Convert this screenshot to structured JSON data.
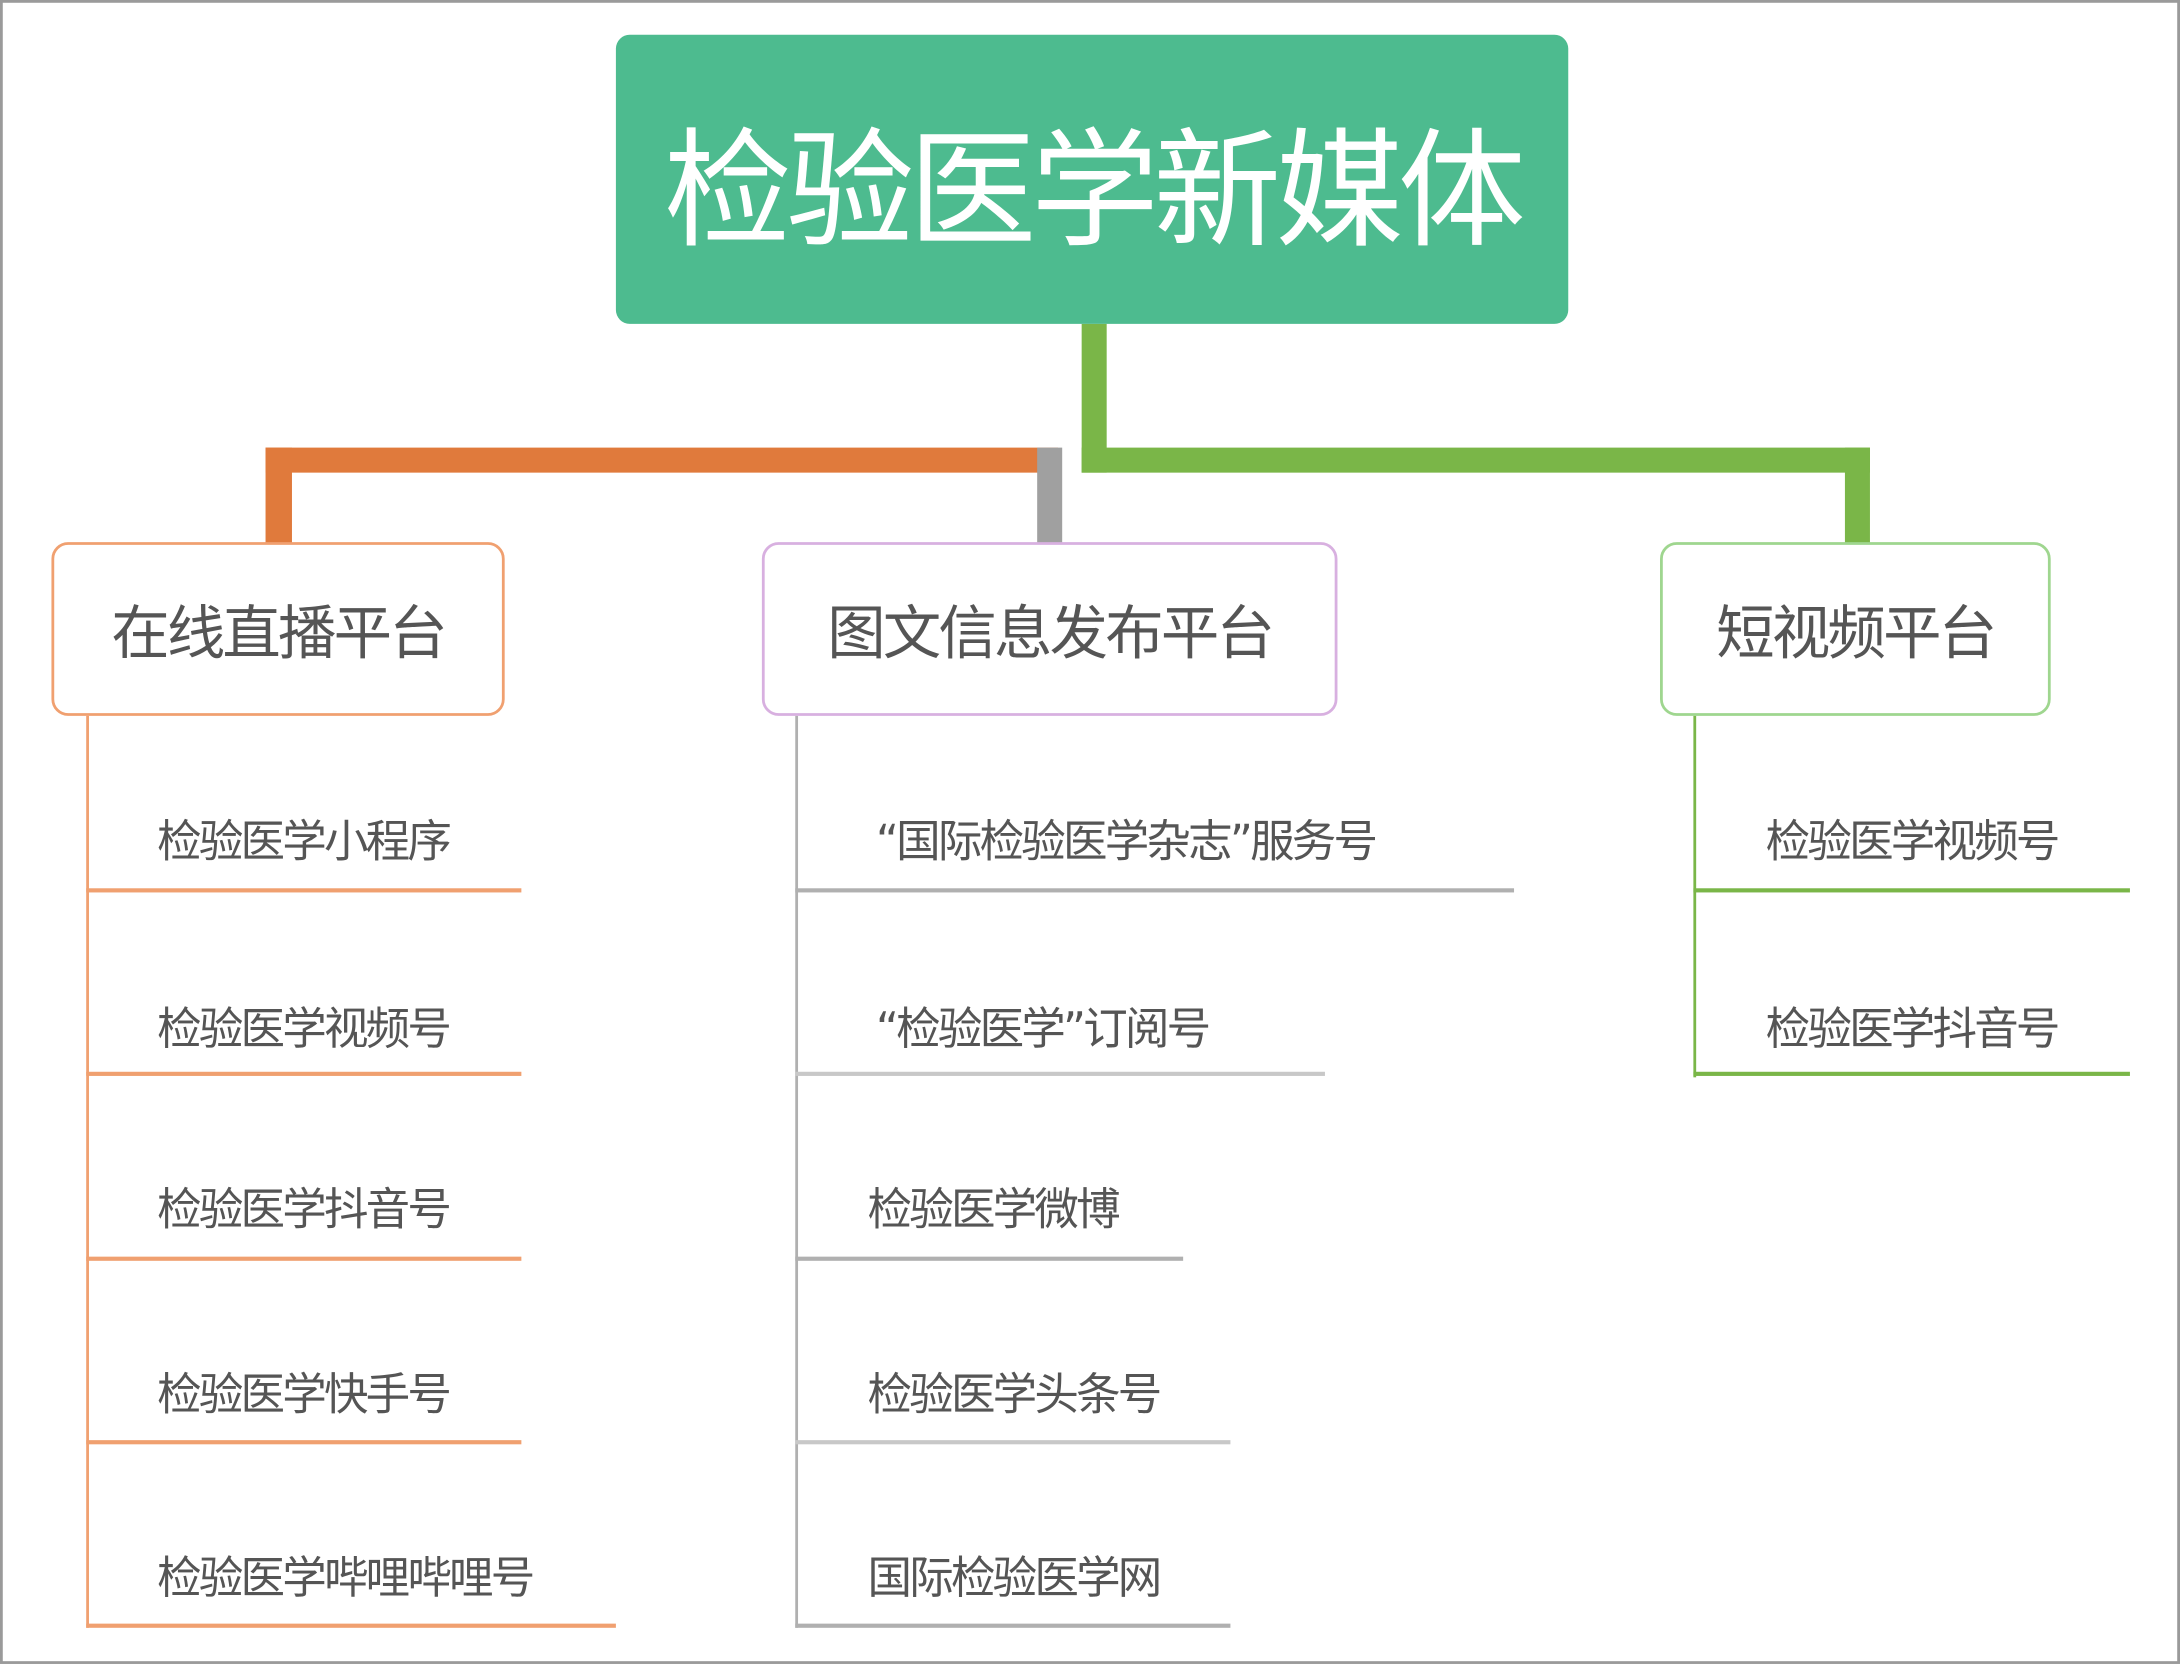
{
  "root": {
    "label": "检验医学新媒体"
  },
  "colors": {
    "root": "#4dbb8f",
    "live": "#e07a3c",
    "graphic": "#a0a0a0",
    "video": "#7ab648"
  },
  "branches": [
    {
      "label": "在线直播平台",
      "items": [
        "检验医学小程序",
        "检验医学视频号",
        "检验医学抖音号",
        "检验医学快手号",
        "检验医学哔哩哔哩号"
      ]
    },
    {
      "label": "图文信息发布平台",
      "items": [
        "“国际检验医学杂志”服务号",
        "“检验医学”订阅号",
        "检验医学微博",
        "检验医学头条号",
        "国际检验医学网"
      ]
    },
    {
      "label": "短视频平台",
      "items": [
        "检验医学视频号",
        "检验医学抖音号"
      ]
    }
  ]
}
